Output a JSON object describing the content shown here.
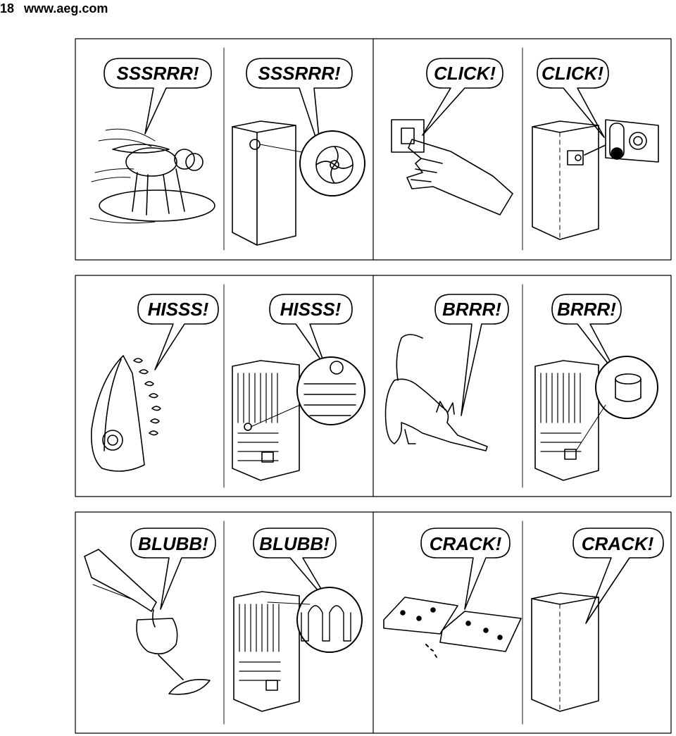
{
  "header": {
    "page_number": "18",
    "url": "www.aeg.com"
  },
  "rows": [
    {
      "panels": [
        {
          "left_label": "SSSRRR!",
          "right_label": "SSSRRR!",
          "left_icon": "fly-icon",
          "right_icon": "fridge-fan-icon"
        },
        {
          "left_label": "CLICK!",
          "right_label": "CLICK!",
          "left_icon": "light-switch-hand-icon",
          "right_icon": "fridge-thermostat-icon"
        }
      ]
    },
    {
      "panels": [
        {
          "left_label": "HISSS!",
          "right_label": "HISSS!",
          "left_icon": "steam-iron-icon",
          "right_icon": "fridge-coil-icon"
        },
        {
          "left_label": "BRRR!",
          "right_label": "BRRR!",
          "left_icon": "stretching-cat-icon",
          "right_icon": "fridge-compressor-icon"
        }
      ]
    },
    {
      "panels": [
        {
          "left_label": "BLUBB!",
          "right_label": "BLUBB!",
          "left_icon": "wine-pour-icon",
          "right_icon": "fridge-tubing-icon"
        },
        {
          "left_label": "CRACK!",
          "right_label": "CRACK!",
          "left_icon": "cracker-icon",
          "right_icon": "fridge-body-icon"
        }
      ]
    }
  ]
}
